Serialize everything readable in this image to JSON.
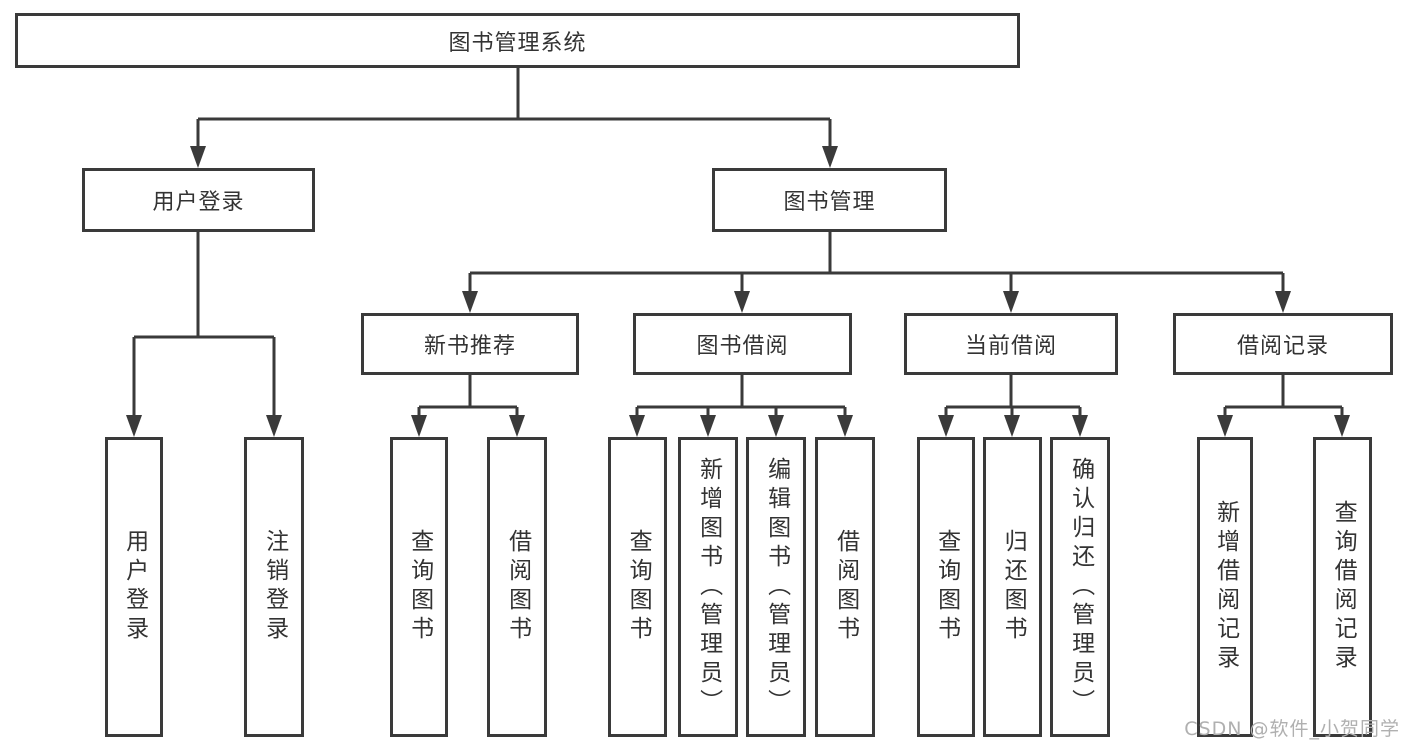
{
  "diagram_title": "图书管理系统",
  "nodes": {
    "root": "图书管理系统",
    "login": "用户登录",
    "mgmt": "图书管理",
    "login_user": "用户登录",
    "login_logout": "注销登录",
    "rec": "新书推荐",
    "rec_query": "查询图书",
    "rec_borrow": "借阅图书",
    "borrow": "图书借阅",
    "borrow_query": "查询图书",
    "borrow_add": "新增图书（管理员）",
    "borrow_edit": "编辑图书（管理员）",
    "borrow_lend": "借阅图书",
    "current": "当前借阅",
    "cur_query": "查询图书",
    "cur_return": "归还图书",
    "cur_confirm": "确认归还（管理员）",
    "records": "借阅记录",
    "recd_add": "新增借阅记录",
    "recd_query": "查询借阅记录"
  },
  "hierarchy": {
    "图书管理系统": {
      "用户登录": [
        "用户登录",
        "注销登录"
      ],
      "图书管理": {
        "新书推荐": [
          "查询图书",
          "借阅图书"
        ],
        "图书借阅": [
          "查询图书",
          "新增图书（管理员）",
          "编辑图书（管理员）",
          "借阅图书"
        ],
        "当前借阅": [
          "查询图书",
          "归还图书",
          "确认归还（管理员）"
        ],
        "借阅记录": [
          "新增借阅记录",
          "查询借阅记录"
        ]
      }
    }
  },
  "watermark": "CSDN @软件_小贺同学",
  "colors": {
    "line": "#3a3a3a",
    "text": "#333333",
    "watermark": "#b0b0b0",
    "background": "#ffffff"
  }
}
